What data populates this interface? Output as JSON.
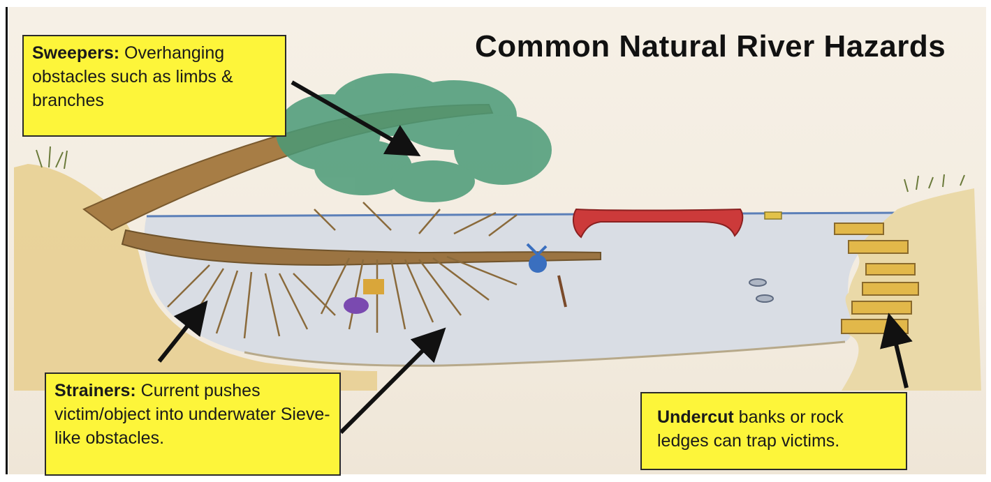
{
  "title": "Common  Natural  River Hazards",
  "callouts": {
    "sweepers": {
      "term": "Sweepers:",
      "text": " Overhanging obstacles such as limbs & branches"
    },
    "strainers": {
      "term": "Strainers:",
      "text": " Current pushes victim/object into underwater Sieve-like obstacles."
    },
    "undercut": {
      "term": "Undercut",
      "text": " banks or rock ledges can trap victims."
    }
  },
  "colors": {
    "callout_fill": "#fdf53a",
    "water": "#d7dbe2",
    "bank": "#e4c98a",
    "canoe": "#cc3a3a",
    "foliage": "#3e8f6e",
    "branch": "#8a6a3b"
  }
}
